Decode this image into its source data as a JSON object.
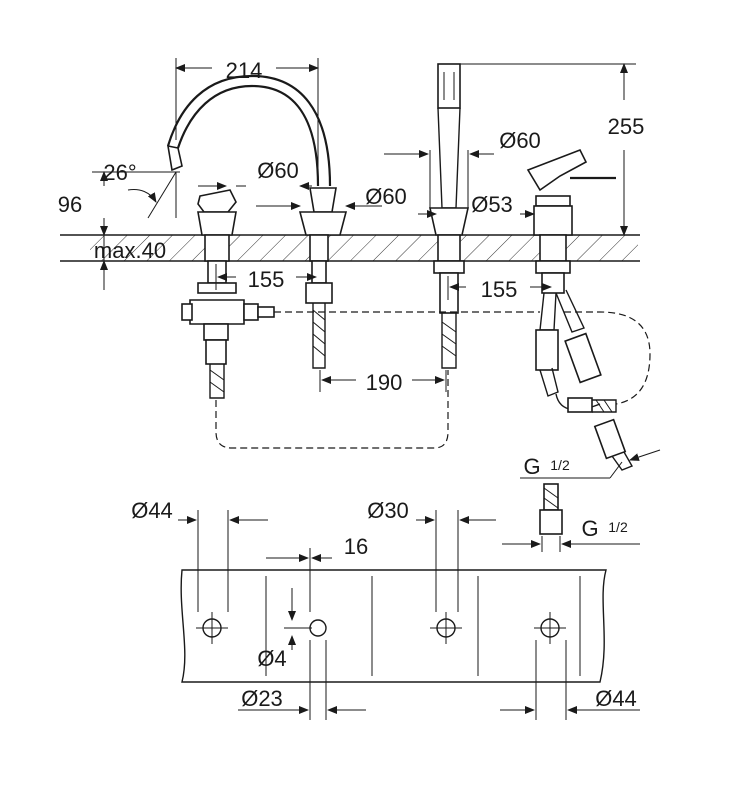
{
  "labels": {
    "width_214": "214",
    "height_255": "255",
    "height_96": "96",
    "angle_26": "26°",
    "dia_60_a": "Ø60",
    "dia_60_b": "Ø60",
    "dia_60_c": "Ø60",
    "dia_53": "Ø53",
    "max_40": "max.40",
    "dist_155_a": "155",
    "dist_155_b": "155",
    "dist_190": "190",
    "g_thread_a": "G",
    "g_frac_a": "1/2",
    "g_thread_b": "G",
    "g_frac_b": "1/2",
    "dia_44_a": "Ø44",
    "dia_30": "Ø30",
    "dim_16": "16",
    "dia_4": "Ø4",
    "dia_23": "Ø23",
    "dia_44_b": "Ø44"
  }
}
